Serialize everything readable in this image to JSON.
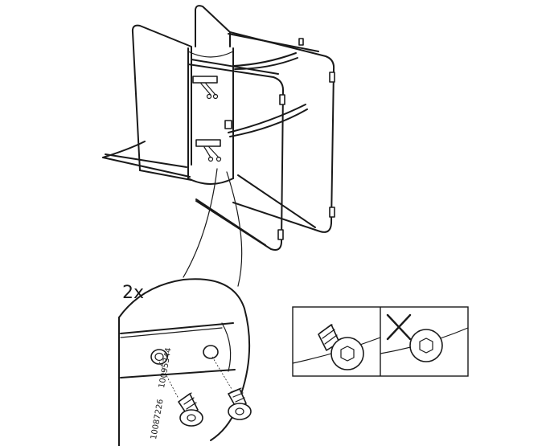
{
  "instruction": {
    "quantity_label": "2x",
    "part_numbers": [
      "10095344",
      "10087226"
    ]
  },
  "icons": {
    "correct": "bolt-flush-icon",
    "incorrect": "bolt-not-flush-cross-icon"
  }
}
